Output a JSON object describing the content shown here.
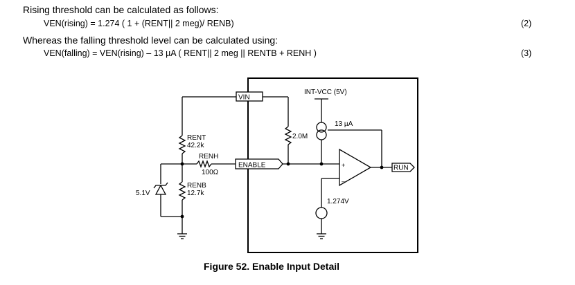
{
  "text": {
    "line1": "Rising threshold can be calculated as follows:",
    "eq2": "VEN(rising) = 1.274 ( 1 + (RENT|| 2 meg)/ RENB)",
    "eq2_num": "(2)",
    "line2": "Whereas the falling threshold level can be calculated using:",
    "eq3": "VEN(falling) = VEN(rising) – 13 µA ( RENT|| 2 meg || RENTB + RENH )",
    "eq3_num": "(3)"
  },
  "figure": {
    "caption": "Figure 52.  Enable Input Detail",
    "labels": {
      "vin": "VIN",
      "enable": "ENABLE",
      "run": "RUN",
      "int_vcc": "INT-VCC (5V)",
      "current_source": "13 µA",
      "r_2m": "2.0M",
      "vref": "1.274V",
      "rent_name": "RENT",
      "rent_value": "42.2k",
      "renh_name": "RENH",
      "renh_value": "100Ω",
      "renb_name": "RENB",
      "renb_value": "12.7k",
      "zener": "5.1V",
      "plus": "+",
      "minus": "–"
    }
  }
}
